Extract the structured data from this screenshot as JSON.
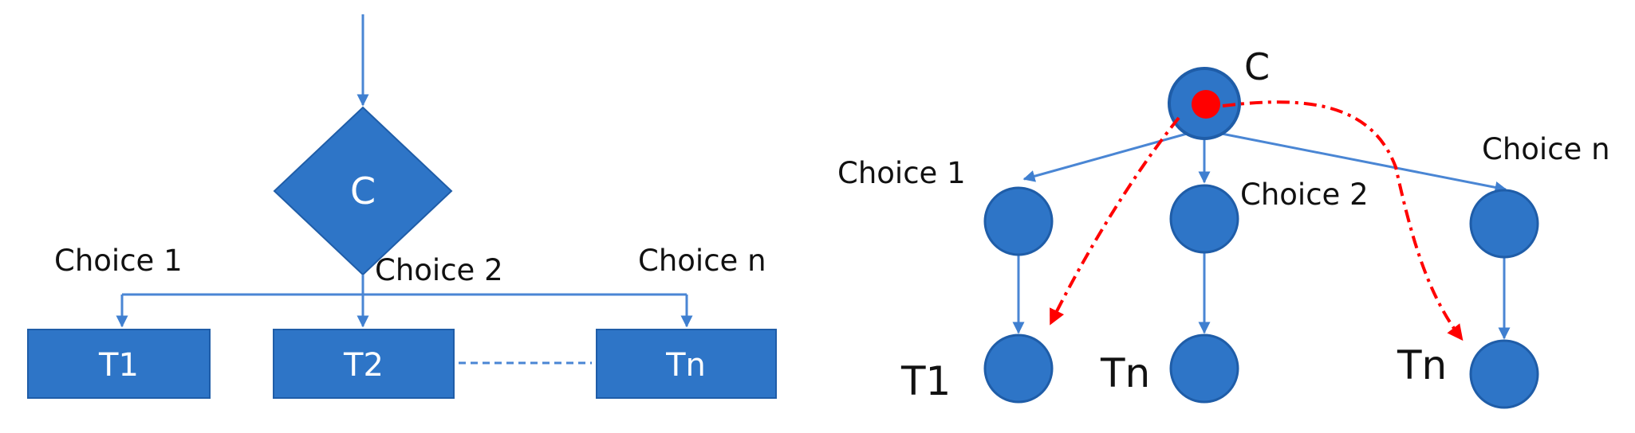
{
  "colors": {
    "node_fill": "#2E75C7",
    "node_stroke": "#1F5DA8",
    "line": "#4A86D4",
    "highlight": "#FF0000"
  },
  "flowchart": {
    "decision_label": "C",
    "branch_labels": [
      "Choice 1",
      "Choice 2",
      "Choice n"
    ],
    "targets": [
      "T1",
      "T2",
      "Tn"
    ]
  },
  "tree": {
    "root_label": "C",
    "branch_labels": [
      "Choice 1",
      "Choice 2",
      "Choice n"
    ],
    "leaf_labels": [
      "T1",
      "Tn",
      "Tn"
    ]
  }
}
